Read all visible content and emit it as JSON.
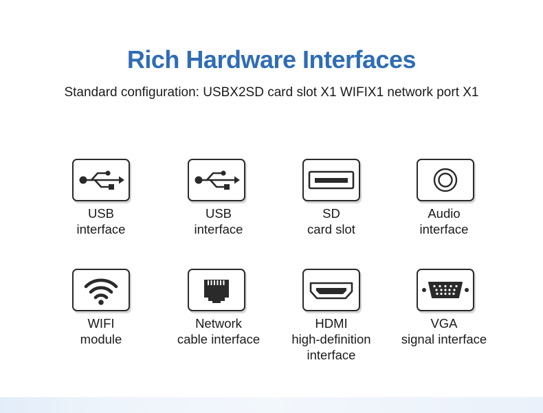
{
  "header": {
    "title": "Rich Hardware Interfaces",
    "subtitle": "Standard configuration: USBX2SD card slot X1 WIFIX1 network port X1"
  },
  "interfaces": [
    {
      "icon": "usb-icon",
      "line1": "USB",
      "line2": "interface"
    },
    {
      "icon": "usb-icon",
      "line1": "USB",
      "line2": "interface"
    },
    {
      "icon": "sd-card-slot-icon",
      "line1": "SD",
      "line2": "card slot"
    },
    {
      "icon": "audio-jack-icon",
      "line1": "Audio",
      "line2": "interface"
    },
    {
      "icon": "wifi-icon",
      "line1": "WIFI",
      "line2": "module"
    },
    {
      "icon": "ethernet-port-icon",
      "line1": "Network",
      "line2": "cable interface"
    },
    {
      "icon": "hdmi-port-icon",
      "line1": "HDMI",
      "line2": "high-definition",
      "line3": "interface"
    },
    {
      "icon": "vga-port-icon",
      "line1": "VGA",
      "line2": "signal interface"
    }
  ],
  "colors": {
    "title": "#2f6db5",
    "text": "#1a1a1a",
    "icon": "#2a2a2a"
  }
}
